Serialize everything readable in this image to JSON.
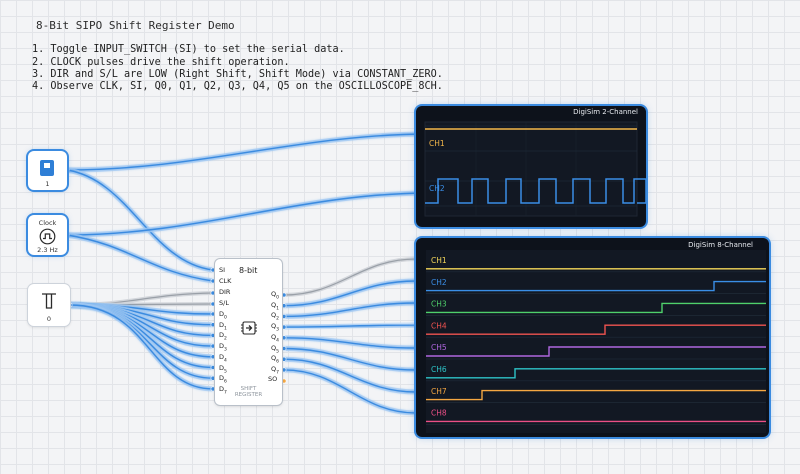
{
  "notes": {
    "title": "8-Bit SIPO Shift Register Demo",
    "lines": [
      "1. Toggle INPUT_SWITCH (SI) to set the serial data.",
      "2. CLOCK pulses drive the shift operation.",
      "3. DIR and S/L are LOW (Right Shift, Shift Mode) via CONSTANT_ZERO.",
      "4. Observe CLK, SI, Q0, Q1, Q2, Q3, Q4, Q5 on the OSCILLOSCOPE_8CH."
    ]
  },
  "components": {
    "switch": {
      "value": "1",
      "icon": "toggle-switch-icon"
    },
    "clock": {
      "title": "Clock",
      "freq": "2.3 Hz",
      "icon": "square-wave-icon"
    },
    "constant": {
      "value": "0",
      "icon": "ground-low-icon"
    }
  },
  "register": {
    "bits": "8-bit",
    "name_line1": "SHIFT",
    "name_line2": "REGISTER",
    "icon": "shift-arrow-icon",
    "inputs": [
      "SI",
      "CLK",
      "DIR",
      "S/L"
    ],
    "data_inputs": [
      "D0",
      "D1",
      "D2",
      "D3",
      "D4",
      "D5",
      "D6",
      "D7"
    ],
    "outputs": [
      "Q0",
      "Q1",
      "Q2",
      "Q3",
      "Q4",
      "Q5",
      "Q6",
      "Q7"
    ],
    "serial_out": "SO"
  },
  "scope2": {
    "title": "DigiSim 2-Channel",
    "channels": [
      {
        "label": "CH1",
        "color": "#f5b84a"
      },
      {
        "label": "CH2",
        "color": "#3a8ee6"
      }
    ]
  },
  "scope8": {
    "title": "DigiSim 8-Channel",
    "channels": [
      {
        "label": "CH1",
        "color": "#f5d75a"
      },
      {
        "label": "CH2",
        "color": "#3a8ee6"
      },
      {
        "label": "CH3",
        "color": "#4fd06b"
      },
      {
        "label": "CH4",
        "color": "#ef5350"
      },
      {
        "label": "CH5",
        "color": "#b067e0"
      },
      {
        "label": "CH6",
        "color": "#2ec4c8"
      },
      {
        "label": "CH7",
        "color": "#f5a742"
      },
      {
        "label": "CH8",
        "color": "#ec4f86"
      }
    ]
  },
  "colors": {
    "wire_active": "#3b8be0",
    "wire_inactive": "#9aa0a8",
    "scope_bg": "#0d121b"
  }
}
